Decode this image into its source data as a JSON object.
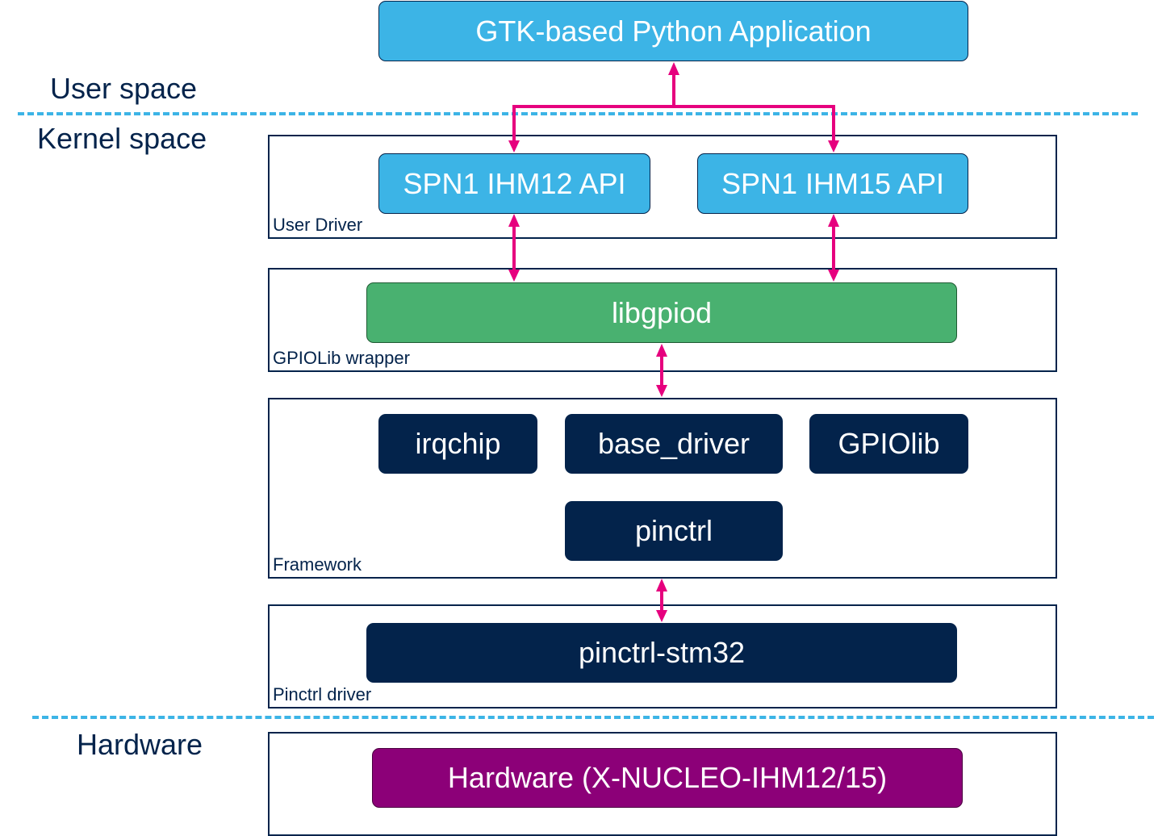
{
  "regions": {
    "user_space": "User space",
    "kernel_space": "Kernel space",
    "hardware": "Hardware"
  },
  "app": {
    "label": "GTK-based Python Application"
  },
  "layers": {
    "user_driver": {
      "label": "User Driver",
      "blocks": [
        "SPN1 IHM12 API",
        "SPN1 IHM15 API"
      ]
    },
    "gpiolib_wrapper": {
      "label": "GPIOLib wrapper",
      "blocks": [
        "libgpiod"
      ]
    },
    "framework": {
      "label": "Framework",
      "blocks": [
        "irqchip",
        "base_driver",
        "GPIOlib",
        "pinctrl"
      ]
    },
    "pinctrl_driver": {
      "label": "Pinctrl driver",
      "blocks": [
        "pinctrl-stm32"
      ]
    },
    "hardware": {
      "blocks": [
        "Hardware (X-NUCLEO-IHM12/15)"
      ]
    }
  },
  "colors": {
    "accent_blue": "#3cb4e6",
    "navy": "#03234b",
    "green": "#49b170",
    "purple": "#8c0078",
    "connector": "#e6007e"
  }
}
